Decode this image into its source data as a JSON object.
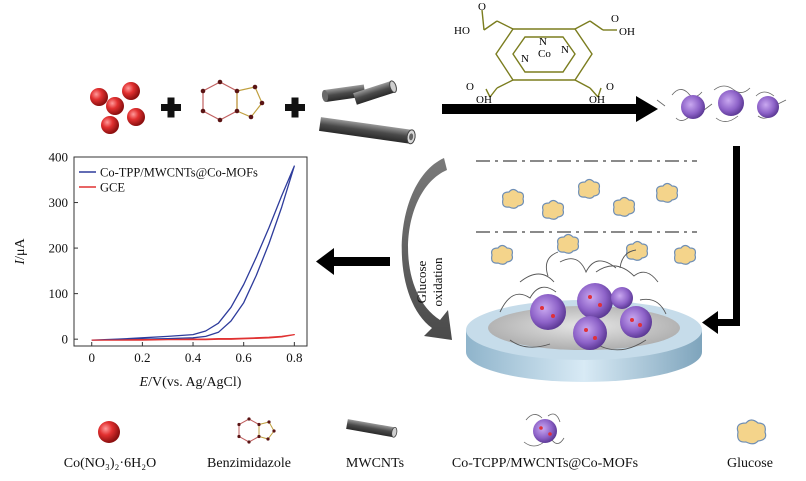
{
  "molecule": {
    "hooh_top_left": "HO",
    "ooh_top_right": "OH",
    "oh_bottom_left": "OH",
    "oh_bottom_right": "OH",
    "n_upper": "N",
    "n_right": "N",
    "n_left": "N",
    "metal": "Co",
    "o": "O"
  },
  "process": {
    "label_line1": "Glucose",
    "label_line2": "oxidation"
  },
  "chart_data": {
    "type": "line",
    "x": [
      0,
      0.1,
      0.2,
      0.3,
      0.4,
      0.45,
      0.5,
      0.55,
      0.6,
      0.65,
      0.7,
      0.75,
      0.8
    ],
    "series": [
      {
        "name": "Co-TPP/MWCNTs@Co-MOFs",
        "color": "#2e3c9c",
        "forward": [
          -2,
          -1,
          0,
          1,
          3,
          6,
          15,
          40,
          80,
          140,
          210,
          290,
          380
        ],
        "reverse": [
          -2,
          0,
          3,
          6,
          10,
          18,
          35,
          70,
          120,
          180,
          245,
          315,
          380
        ]
      },
      {
        "name": "GCE",
        "color": "#e03232",
        "forward": [
          -2,
          -2,
          -2,
          -1,
          -1,
          -1,
          0,
          0,
          1,
          2,
          3,
          5,
          10
        ],
        "reverse": [
          -2,
          -2,
          -1,
          -1,
          0,
          0,
          1,
          1,
          2,
          3,
          4,
          6,
          10
        ]
      }
    ],
    "xlabel_italic": "E",
    "xlabel_rest": "/V(vs. Ag/AgCl)",
    "ylabel_italic": "I",
    "ylabel_rest": "/μA",
    "xticks": [
      "0",
      "0.2",
      "0.4",
      "0.6",
      "0.8"
    ],
    "xtick_values": [
      0,
      0.2,
      0.4,
      0.6,
      0.8
    ],
    "yticks": [
      "0",
      "100",
      "200",
      "300",
      "400"
    ],
    "ytick_values": [
      0,
      100,
      200,
      300,
      400
    ],
    "xlim": [
      -0.07,
      0.85
    ],
    "ylim": [
      -15,
      400
    ]
  },
  "legend_bottom": {
    "cobalt_nitrate": "Co(NO₃)₂·6H₂O",
    "benzimidazole": "Benzimidazole",
    "mwcnts": "MWCNTs",
    "composite": "Co-TCPP/MWCNTs@Co-MOFs",
    "glucose": "Glucose"
  },
  "colors": {
    "sphere": "#d92b2b",
    "arrow": "#000000",
    "mof": "#8d62c8",
    "tube": "#5c5c5c",
    "glucose": "#f4d48b",
    "electrode": "#bcd8ea",
    "porphyrin": "#7b7d1f"
  }
}
